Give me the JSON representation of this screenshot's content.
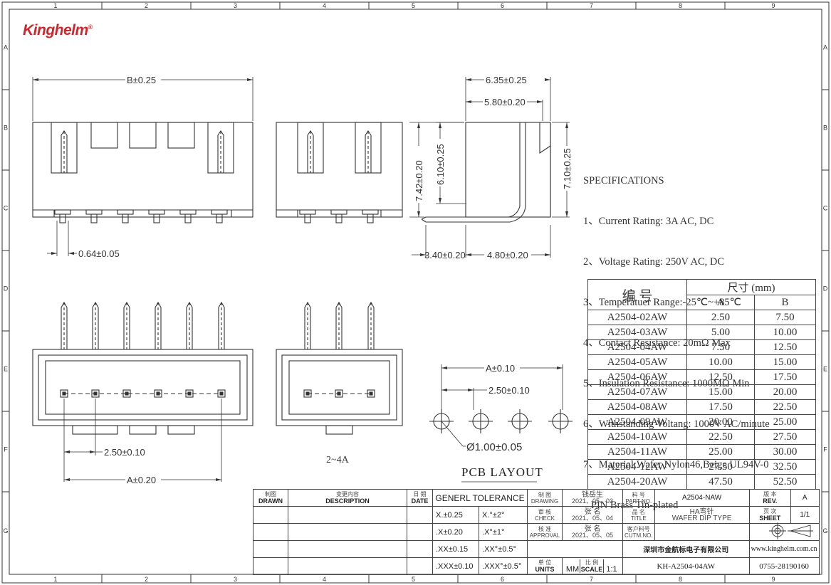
{
  "logo": {
    "text": "Kinghelm",
    "mark": "®"
  },
  "border": {
    "col_numbers": [
      "1",
      "2",
      "3",
      "4",
      "5",
      "6",
      "7",
      "8",
      "9"
    ],
    "row_letters": [
      "A",
      "B",
      "C",
      "D",
      "E",
      "F",
      "G"
    ]
  },
  "dimensions": {
    "front_width": "B±0.25",
    "pin_width": "0.64±0.05",
    "side_outer": "6.35±0.25",
    "side_inner": "5.80±0.20",
    "side_h1": "7.42±0.20",
    "side_h2": "6.10±0.25",
    "side_h3": "7.10±0.25",
    "side_b1": "3.40±0.20",
    "side_b2": "4.80±0.20",
    "top_pitch": "2.50±0.10",
    "top_span": "A±0.20",
    "small_label": "2~4A",
    "pcb_span": "A±0.10",
    "pcb_pitch": "2.50±0.10",
    "pcb_hole": "Ø1.00±0.05",
    "pcb_title": "PCB LAYOUT"
  },
  "specifications": {
    "title": "SPECIFICATIONS",
    "items": [
      "1、Current Rating: 3A AC, DC",
      "2、Voltage Rating: 250V AC, DC",
      "3、Temperatuer Range:-25℃~+85℃",
      "4、Contact Resistance: 20mΩ Max",
      "5、Insulation Resistance: 1000MΩ Min",
      "6、Withstanding Voltang: 1000V AC/minute",
      "7、Material:Wafer Nylon46,Beige UL94V-0",
      "   PIN Brass Tin-plated"
    ]
  },
  "size_table": {
    "header_code": "编  号",
    "header_size": "尺寸 (mm)",
    "col_a": "A",
    "col_b": "B",
    "rows": [
      [
        "A2504-02AW",
        "2.50",
        "7.50"
      ],
      [
        "A2504-03AW",
        "5.00",
        "10.00"
      ],
      [
        "A2504-04AW",
        "7.50",
        "12.50"
      ],
      [
        "A2504-05AW",
        "10.00",
        "15.00"
      ],
      [
        "A2504-06AW",
        "12.50",
        "17.50"
      ],
      [
        "A2504-07AW",
        "15.00",
        "20.00"
      ],
      [
        "A2504-08AW",
        "17.50",
        "22.50"
      ],
      [
        "A2504-09AW",
        "20.00",
        "25.00"
      ],
      [
        "A2504-10AW",
        "22.50",
        "27.50"
      ],
      [
        "A2504-11AW",
        "25.00",
        "30.00"
      ],
      [
        "A2504-12AW",
        "27.50",
        "32.50"
      ],
      [
        "A2504-20AW",
        "47.50",
        "52.50"
      ]
    ]
  },
  "title_block": {
    "drawn_cn": "制图",
    "drawn_en": "DRAWN",
    "desc_cn": "变更内容",
    "desc_en": "DESCRIPTION",
    "date_cn": "日 期",
    "date_en": "DATE",
    "tol_title": "GENERL TOLERANCE",
    "tol": [
      [
        "X.±0.25",
        "X.°±2°"
      ],
      [
        ".X±0.20",
        ".X°±1°"
      ],
      [
        ".XX±0.15",
        ".XX°±0.5°"
      ],
      [
        ".XXX±0.10",
        ".XXX°±0.5°"
      ]
    ],
    "drawing_cn": "制  图",
    "drawing_en": "DRAWING",
    "drawing_name": "钱岳生",
    "drawing_date": "2021、05、03",
    "check_cn": "审  核",
    "check_en": "CHECK",
    "check_name": "张  名",
    "check_date": "2021、05、04",
    "approval_cn": "核  准",
    "approval_en": "APPROVAL",
    "approval_name": "张  名",
    "approval_date": "2021、05、05",
    "units_cn": "单 位",
    "units_en": "UNITS",
    "units_val": "MM",
    "scale_cn": "比 例",
    "scale_en": "SCALE",
    "scale_val": "1:1",
    "part_cn": "料  号",
    "part_en": "PART NO.",
    "part_val": "A2504-NAW",
    "title_cn": "品  名",
    "title_en": "TITLE",
    "title_val1": "HA弯针",
    "title_val2": "WAFER DIP TYPE",
    "cust_cn": "客户料号",
    "cust_en": "CUTM.NO.",
    "rev_cn": "版  本",
    "rev_en": "REV.",
    "rev_val": "A",
    "sheet_cn": "页  次",
    "sheet_en": "SHEET",
    "sheet_val": "1/1",
    "company": "深圳市金航标电子有限公司",
    "website": "www.kinghelm.com.cn",
    "drawing_no": "KH-A2504-04AW",
    "phone": "0755-28190160"
  }
}
